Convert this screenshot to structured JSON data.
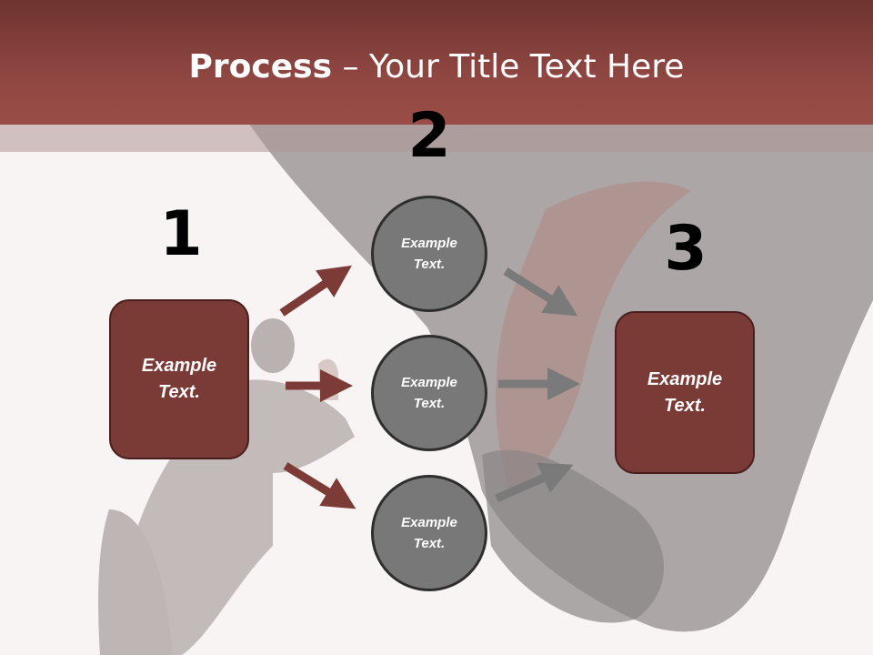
{
  "title": {
    "bold": "Process",
    "rest": " – Your Title Text Here"
  },
  "steps": {
    "one": "1",
    "two": "2",
    "three": "3"
  },
  "left_box": {
    "label": "Example\nText."
  },
  "circles": [
    {
      "label": "Example\nText."
    },
    {
      "label": "Example\nText."
    },
    {
      "label": "Example\nText."
    }
  ],
  "right_box": {
    "label": "Example\nText."
  },
  "colors": {
    "accent_red": "#7a3a36",
    "arrow_red": "#7d3b37",
    "arrow_grey": "#7a7a7a",
    "circle_grey": "#787878"
  }
}
